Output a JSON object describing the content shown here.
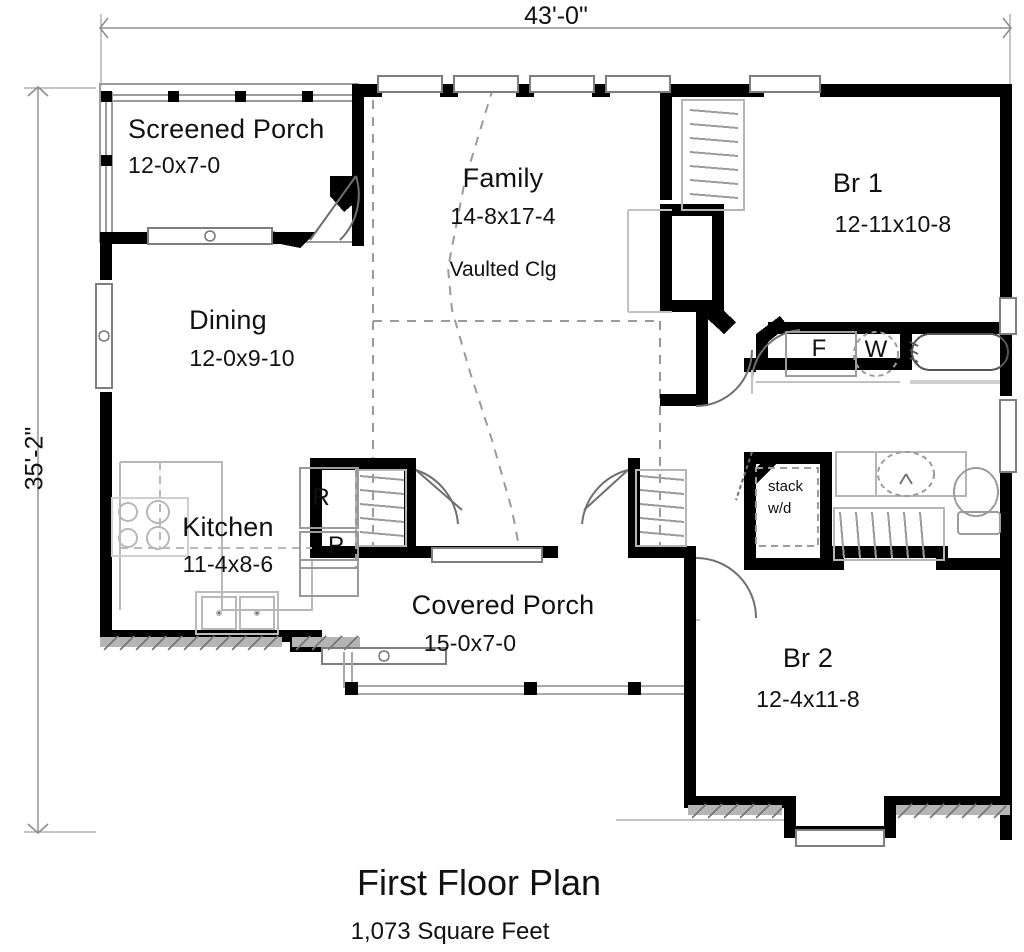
{
  "document": {
    "title": "First Floor Plan",
    "subtitle": "1,073 Square Feet"
  },
  "dimensions": {
    "overall_width": "43'-0\"",
    "overall_depth": "35'-2\""
  },
  "rooms": [
    {
      "id": "screened-porch",
      "name": "Screened Porch",
      "size": "12-0x7-0",
      "note": ""
    },
    {
      "id": "family",
      "name": "Family",
      "size": "14-8x17-4",
      "note": "Vaulted Clg"
    },
    {
      "id": "br1",
      "name": "Br 1",
      "size": "12-11x10-8",
      "note": ""
    },
    {
      "id": "dining",
      "name": "Dining",
      "size": "12-0x9-10",
      "note": ""
    },
    {
      "id": "kitchen",
      "name": "Kitchen",
      "size": "11-4x8-6",
      "note": ""
    },
    {
      "id": "covered-porch",
      "name": "Covered Porch",
      "size": "15-0x7-0",
      "note": ""
    },
    {
      "id": "br2",
      "name": "Br 2",
      "size": "12-4x11-8",
      "note": ""
    }
  ],
  "fixtures": [
    {
      "id": "refrigerator",
      "label": "R",
      "icon": "refrigerator-icon"
    },
    {
      "id": "pantry",
      "label": "P",
      "icon": "pantry-icon"
    },
    {
      "id": "furnace",
      "label": "F",
      "icon": "furnace-icon"
    },
    {
      "id": "water-heater",
      "label": "W",
      "icon": "water-heater-icon"
    },
    {
      "id": "stack-washer-dryer",
      "label_line1": "stack",
      "label_line2": "w/d",
      "icon": "washer-dryer-icon"
    }
  ],
  "colors": {
    "wall": "#000000",
    "thin_line": "#888888",
    "dashed": "#9a9a9a",
    "paper": "#ffffff"
  }
}
